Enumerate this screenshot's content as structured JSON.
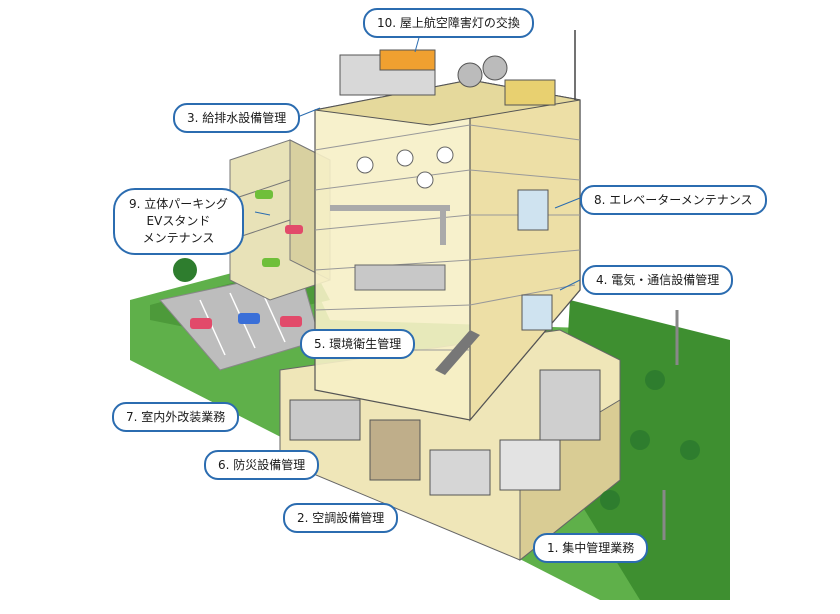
{
  "labels": {
    "l1": "1. 集中管理業務",
    "l2": "2. 空調設備管理",
    "l3": "3. 給排水設備管理",
    "l4": "4. 電気・通信設備管理",
    "l5": "5. 環境衛生管理",
    "l6": "6. 防災設備管理",
    "l7": "7. 室内外改装業務",
    "l8": "8. エレベーターメンテナンス",
    "l9_line1": "9. 立体パーキング",
    "l9_line2": "EVスタンド",
    "l9_line3": "メンテナンス",
    "l10": "10. 屋上航空障害灯の交換"
  },
  "colors": {
    "accent_border": "#2b6cb0",
    "grass": "#4caf3f",
    "building_glass": "#f4eec2",
    "parking_ground": "#b8b8b8"
  }
}
